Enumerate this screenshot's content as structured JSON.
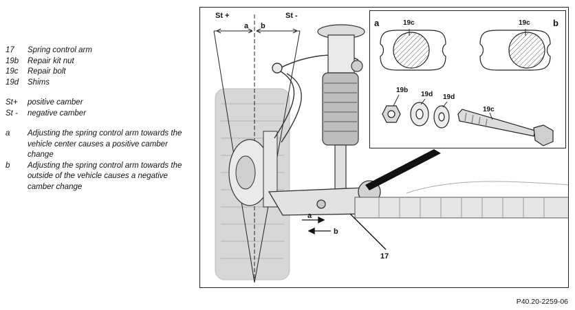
{
  "legend": {
    "parts": [
      {
        "key": "17",
        "text": "Spring control arm"
      },
      {
        "key": "19b",
        "text": "Repair kit nut"
      },
      {
        "key": "19c",
        "text": "Repair bolt"
      },
      {
        "key": "19d",
        "text": "Shims"
      }
    ],
    "camber": [
      {
        "key": "St+",
        "text": "positive camber"
      },
      {
        "key": "St -",
        "text": "negative camber"
      }
    ],
    "notes": [
      {
        "key": "a",
        "text": "Adjusting the spring control arm towards the vehicle center causes a positive camber change"
      },
      {
        "key": "b",
        "text": "Adjusting the spring control arm towards the outside of the vehicle causes a negative camber change"
      }
    ]
  },
  "diagram": {
    "labels": {
      "st_plus": "St +",
      "st_minus": "St -",
      "a": "a",
      "b": "b",
      "arrow_a": "a",
      "arrow_b": "b",
      "part_17": "17"
    },
    "inset": {
      "panel_a": "a",
      "panel_b": "b",
      "bolt_a": "19c",
      "bolt_b": "19c",
      "nut": "19b",
      "shim1": "19d",
      "shim2": "19d",
      "bolt": "19c"
    }
  },
  "reference": "P40.20-2259-06"
}
